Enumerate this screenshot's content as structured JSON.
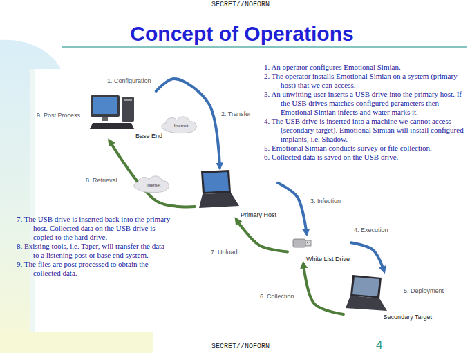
{
  "diagram": {
    "title": "Concept of Operations",
    "nodes": [
      {
        "text": [
          "Base End"
        ]
      },
      {
        "text": [
          "Primary Host"
        ]
      },
      {
        "text": [
          "White List Drive"
        ]
      },
      {
        "text": [
          "Secondary Target"
        ]
      }
    ],
    "edges": [
      {
        "from": 0,
        "to": 1,
        "arrow": "to",
        "label": "2. Transfer"
      },
      {
        "from": 1,
        "to": 2,
        "arrow": "to",
        "label": "3. Infection"
      },
      {
        "from": 2,
        "to": 3,
        "arrow": "to",
        "label": "4. Execution"
      },
      {
        "from": 3,
        "to": 2,
        "arrow": "to",
        "label": "6. Collection"
      },
      {
        "from": 2,
        "to": 1,
        "arrow": "to",
        "label": "7. Unload"
      },
      {
        "from": 1,
        "to": 0,
        "arrow": "to",
        "label": "8. Retrieval"
      }
    ],
    "labels": [
      "SECRET//NOFORN",
      "1. Configuration",
      "9. Post Process",
      "Internet",
      "Internet",
      "5. Deployment",
      "1. An operator configures Emotional Simian.",
      "2. The operator installs Emotional Simian on a system (primary host) that we can access.",
      "3. An unwitting user inserts a USB drive into the primary host. If the USB drives matches configured parameters then Emotional Simian infects and water marks it.",
      "4. The USB drive is inserted into a machine we cannot access (secondary target). Emotional Simian will install configured implants, i.e. Shadow.",
      "5. Emotional Simian conducts survey or file collection.",
      "6. Collected data is saved on the USB drive.",
      "7. The USB drive is inserted back into the primary host. Collected data on the USB drive is copied to the hard drive.",
      "8. Existing tools, i.e. Taper, will transfer the data to a listening post or base end system.",
      "9. The files are post processed to obtain the collected data.",
      "SECRET//NOFORN",
      "4"
    ]
  }
}
